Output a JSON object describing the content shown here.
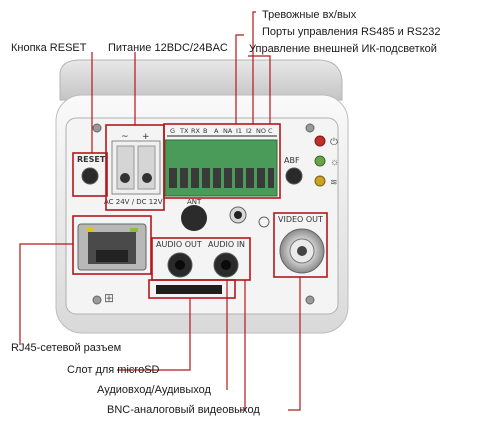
{
  "callouts": {
    "alarm_io": "Тревожные вх/вых",
    "rs_ports": "Порты управления RS485 и RS232",
    "ir_control": "Управление внешней ИК-подсветкой",
    "reset_button": "Кнопка RESET",
    "power": "Питание 12BDC/24BAC",
    "rj45": "RJ45-сетевой разъем",
    "microsd": "Слот для microSD",
    "audio": "Аудиовход/Аудивыход",
    "bnc": "BNC-аналоговый видеовыход"
  },
  "panel_markings": {
    "reset": "RESET",
    "power_spec": "AC 24V / DC 12V",
    "ant": "ANT",
    "abf": "ABF",
    "audio_out": "AUDIO OUT",
    "audio_in": "AUDIO IN",
    "video_out": "VIDEO OUT",
    "terminal_pins": [
      "G",
      "TX",
      "RX",
      "B",
      "A",
      "NA",
      "I1",
      "I2",
      "NO",
      "C"
    ],
    "power_pins": [
      "~",
      "+"
    ]
  },
  "colors": {
    "callout_red": "#b3181c",
    "body_white": "#f2f2f2",
    "terminal_green": "#4a9a5a",
    "led_red": "#c0302a",
    "led_green": "#6aa24a",
    "led_yellow": "#c9a227"
  }
}
